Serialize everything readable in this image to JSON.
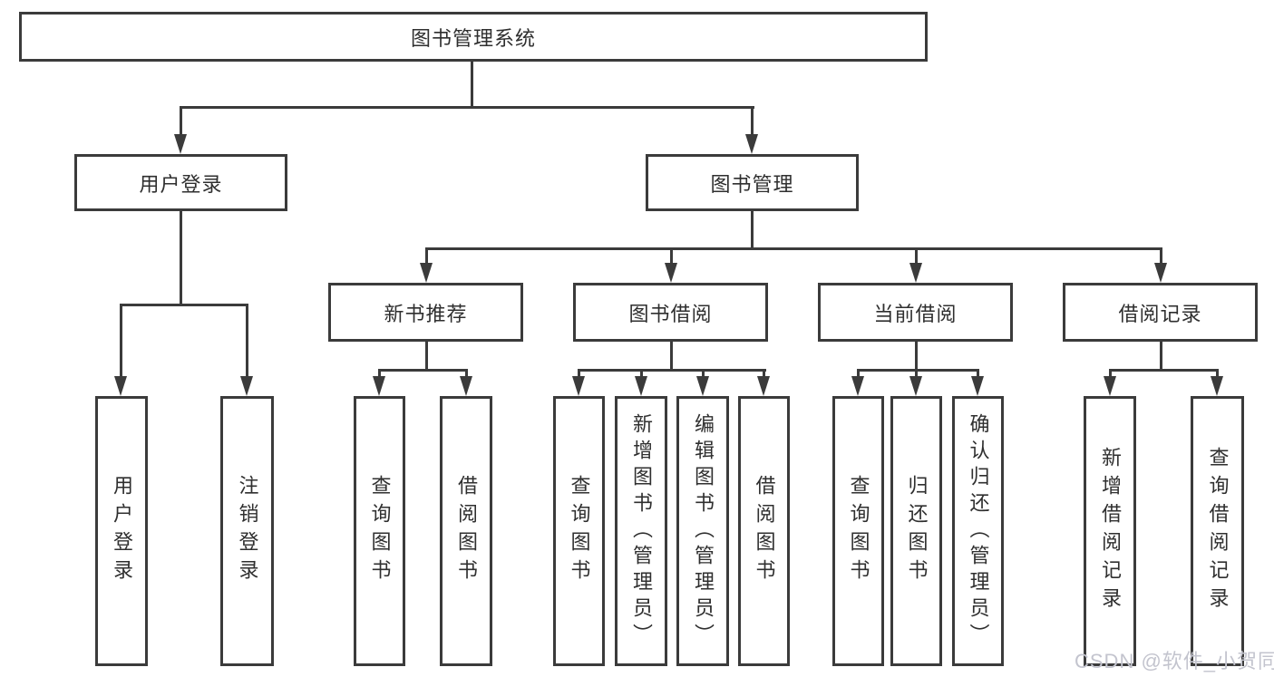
{
  "diagram": {
    "root_label": "图书管理系统",
    "branches": [
      {
        "label": "用户登录",
        "children": [
          {
            "label": "用户登录"
          },
          {
            "label": "注销登录"
          }
        ]
      },
      {
        "label": "图书管理",
        "children": [
          {
            "label": "新书推荐",
            "children": [
              {
                "label": "查询图书"
              },
              {
                "label": "借阅图书"
              }
            ]
          },
          {
            "label": "图书借阅",
            "children": [
              {
                "label": "查询图书"
              },
              {
                "label": "新增图书（管理员）"
              },
              {
                "label": "编辑图书（管理员）"
              },
              {
                "label": "借阅图书"
              }
            ]
          },
          {
            "label": "当前借阅",
            "children": [
              {
                "label": "查询图书"
              },
              {
                "label": "归还图书"
              },
              {
                "label": "确认归还（管理员）"
              }
            ]
          },
          {
            "label": "借阅记录",
            "children": [
              {
                "label": "新增借阅记录"
              },
              {
                "label": "查询借阅记录"
              }
            ]
          }
        ]
      }
    ]
  },
  "watermark": {
    "text": "CSDN @软件_小贺同学"
  },
  "colors": {
    "line": "#3b3b3b",
    "text": "#2f2f2f",
    "background": "#ffffff",
    "watermark": "#c3c4ce"
  }
}
